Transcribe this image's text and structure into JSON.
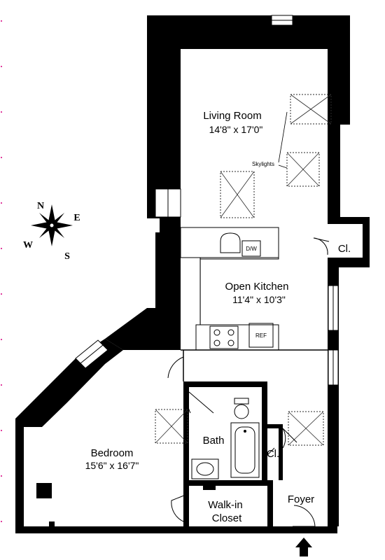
{
  "rooms": {
    "living": {
      "name": "Living Room",
      "dims": "14'8\" x 17'0\""
    },
    "kitchen": {
      "name": "Open Kitchen",
      "dims": "11'4\" x 10'3\""
    },
    "bedroom": {
      "name": "Bedroom",
      "dims": "15'6\" x 16'7\""
    },
    "bath": {
      "name": "Bath"
    },
    "walkin": {
      "name_line1": "Walk-in",
      "name_line2": "Closet"
    },
    "foyer": {
      "name": "Foyer"
    },
    "closet_upper": {
      "name": "Cl."
    },
    "closet_lower": {
      "name": "Cl."
    }
  },
  "annotations": {
    "skylights": "Skylights",
    "dishwasher": "D/W",
    "refrigerator": "REF"
  },
  "compass": {
    "n": "N",
    "s": "S",
    "e": "E",
    "w": "W"
  },
  "colors": {
    "wall": "#000000",
    "background": "#ffffff",
    "dots": "#d60080"
  }
}
